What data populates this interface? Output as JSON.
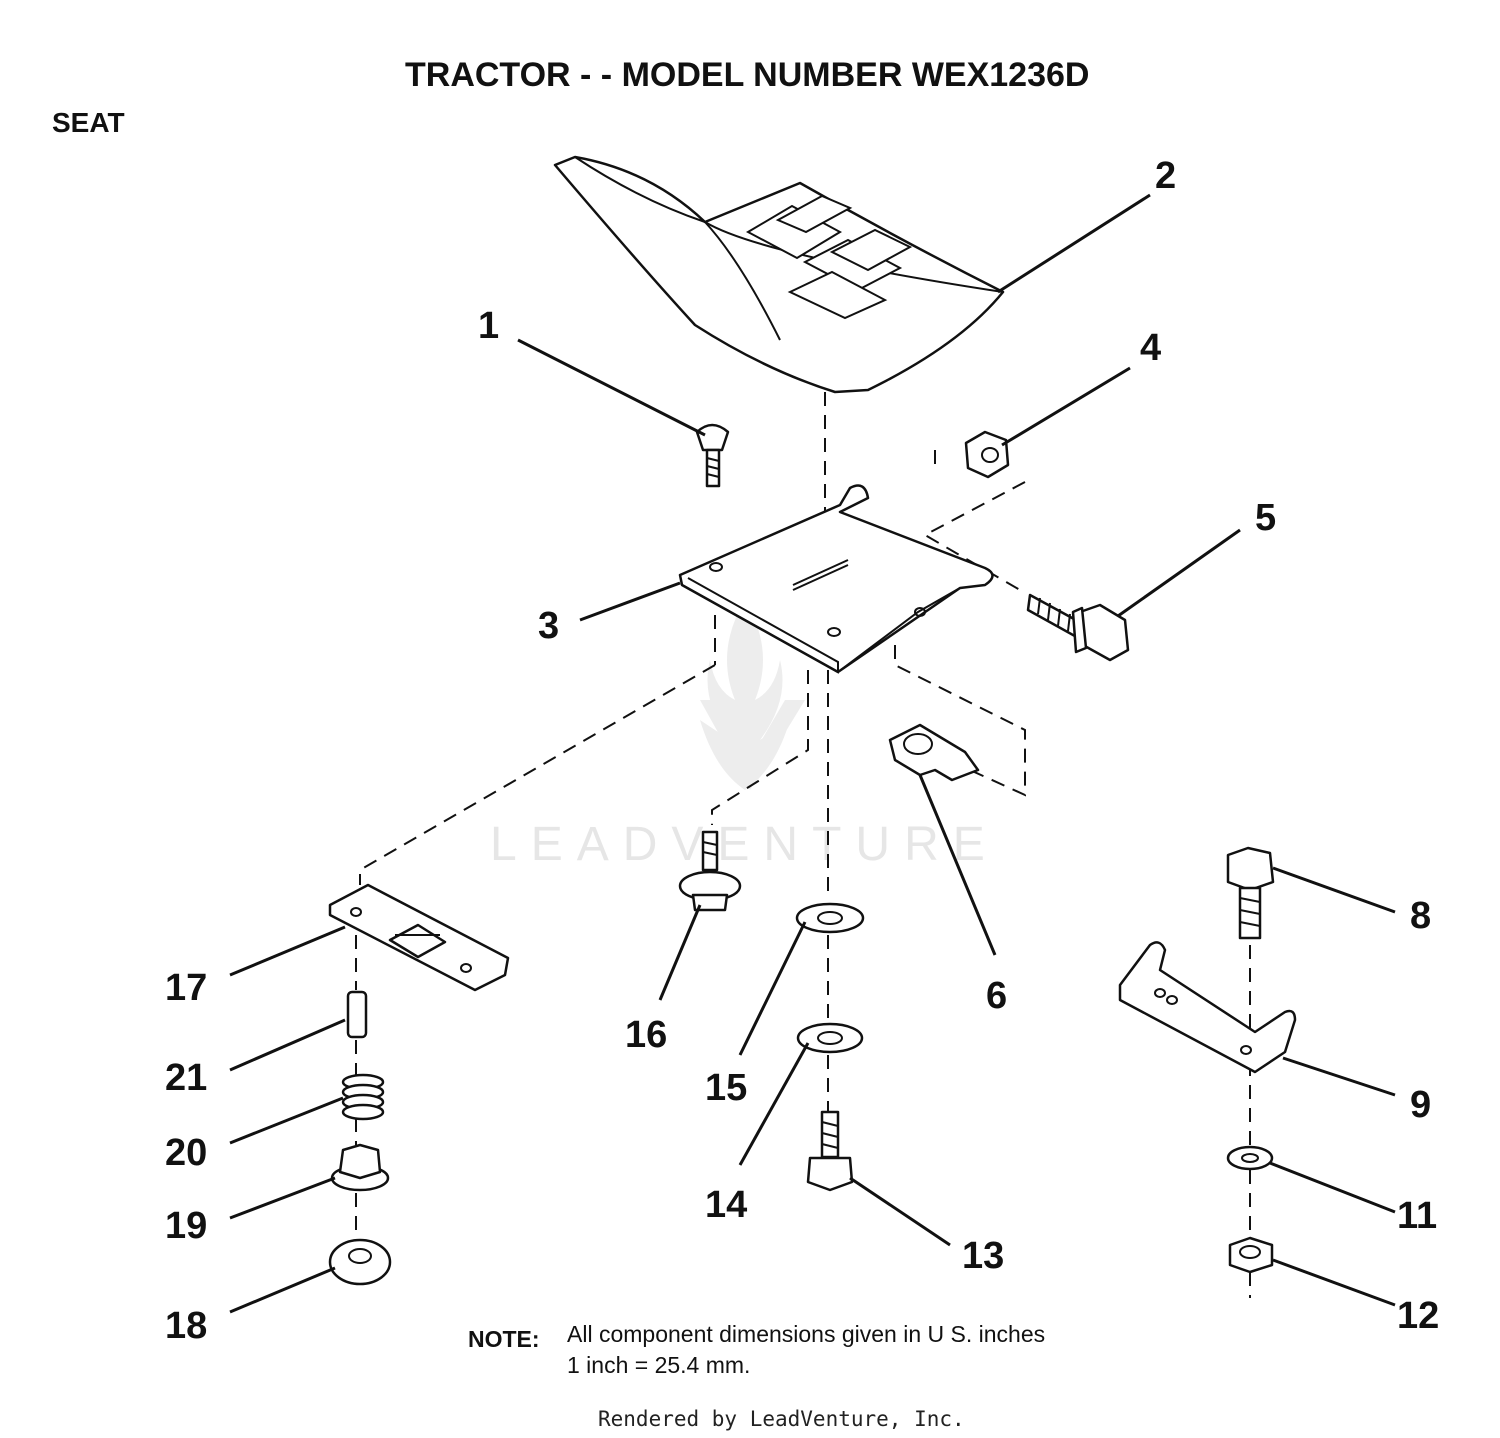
{
  "header": {
    "title": "TRACTOR - - MODEL NUMBER WEX1236D",
    "section": "SEAT"
  },
  "callouts": [
    {
      "id": "c1",
      "label": "1"
    },
    {
      "id": "c2",
      "label": "2"
    },
    {
      "id": "c3",
      "label": "3"
    },
    {
      "id": "c4",
      "label": "4"
    },
    {
      "id": "c5",
      "label": "5"
    },
    {
      "id": "c6",
      "label": "6"
    },
    {
      "id": "c8",
      "label": "8"
    },
    {
      "id": "c9",
      "label": "9"
    },
    {
      "id": "c11",
      "label": "11"
    },
    {
      "id": "c12",
      "label": "12"
    },
    {
      "id": "c13",
      "label": "13"
    },
    {
      "id": "c14",
      "label": "14"
    },
    {
      "id": "c15",
      "label": "15"
    },
    {
      "id": "c16",
      "label": "16"
    },
    {
      "id": "c17",
      "label": "17"
    },
    {
      "id": "c18",
      "label": "18"
    },
    {
      "id": "c19",
      "label": "19"
    },
    {
      "id": "c20",
      "label": "20"
    },
    {
      "id": "c21",
      "label": "21"
    }
  ],
  "note": {
    "label": "NOTE:",
    "line1": "All component dimensions given in U S. inches",
    "line2": "1 inch = 25.4 mm."
  },
  "watermark": {
    "text": "LEADVENTURE"
  },
  "footer": {
    "text": "Rendered by LeadVenture, Inc."
  }
}
